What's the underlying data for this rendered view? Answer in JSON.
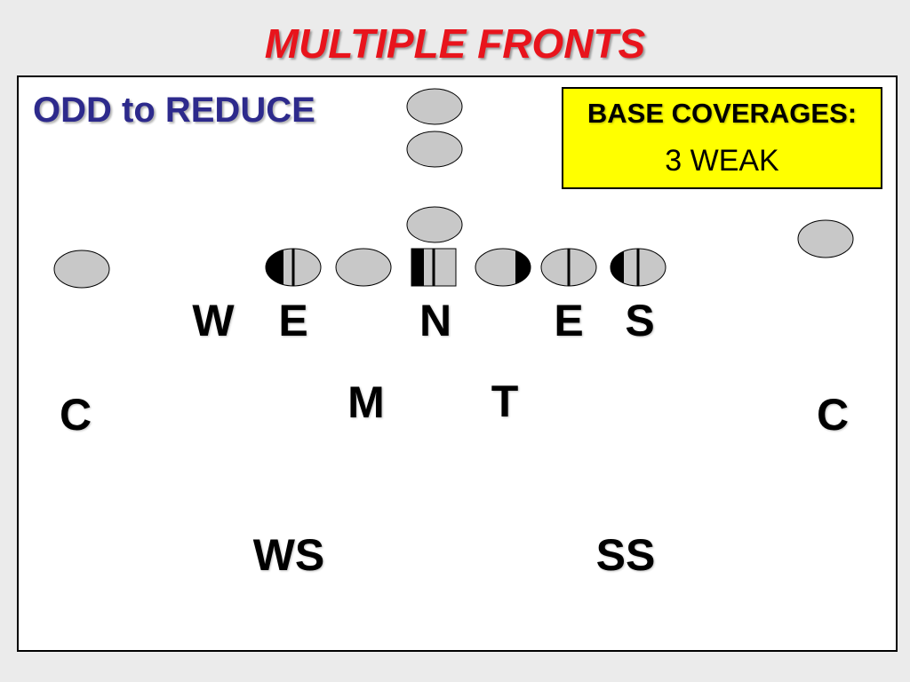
{
  "slide": {
    "title": "MULTIPLE FRONTS",
    "subtitle": "ODD to REDUCE"
  },
  "coverage": {
    "heading": "BASE COVERAGES:",
    "value": "3 WEAK"
  },
  "defenders": {
    "w": "W",
    "e_weak": "E",
    "n": "N",
    "e_strong": "E",
    "s": "S",
    "m": "M",
    "t": "T",
    "c_left": "C",
    "c_right": "C",
    "ws": "WS",
    "ss": "SS"
  },
  "colors": {
    "title": "#e8141c",
    "subtitle": "#2d2a8c",
    "coverage_box": "#ffff00",
    "player_fill": "#c8c8c8"
  }
}
